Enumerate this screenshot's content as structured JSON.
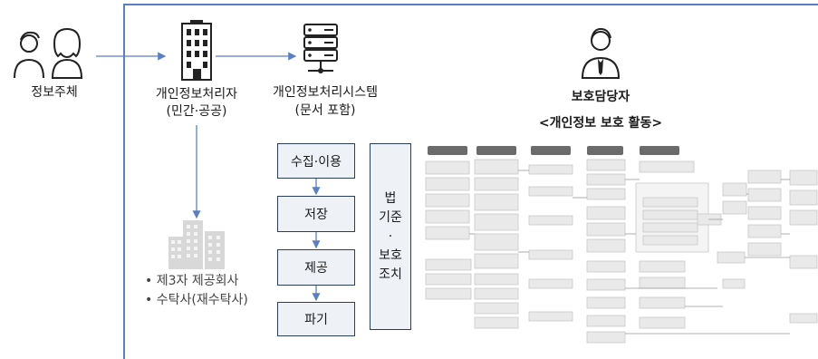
{
  "actors": {
    "subject": "정보주체",
    "processor_line1": "개인정보처리자",
    "processor_line2": "(민간·공공)",
    "system_line1": "개인정보처리시스템",
    "system_line2": "(문서 포함)",
    "officer": "보호담당자",
    "officer_activity": "<개인정보 보호 활동>"
  },
  "flow": {
    "steps": [
      "수집·이용",
      "저장",
      "제공",
      "파기"
    ],
    "law_lines": [
      "법",
      "기준",
      "·",
      "보호",
      "조치"
    ]
  },
  "third_parties": [
    "제3자 제공회사",
    "수탁사(재수탁사)"
  ],
  "detail_diagram": {
    "column_headers": [
      "",
      "",
      "",
      "",
      ""
    ]
  },
  "colors": {
    "frame": "#5b7fc4",
    "arrow": "#5b7fc4",
    "box_border": "#2b3d5c",
    "box_fill": "#eef2f7",
    "header_fill": "#6b6b6b"
  }
}
